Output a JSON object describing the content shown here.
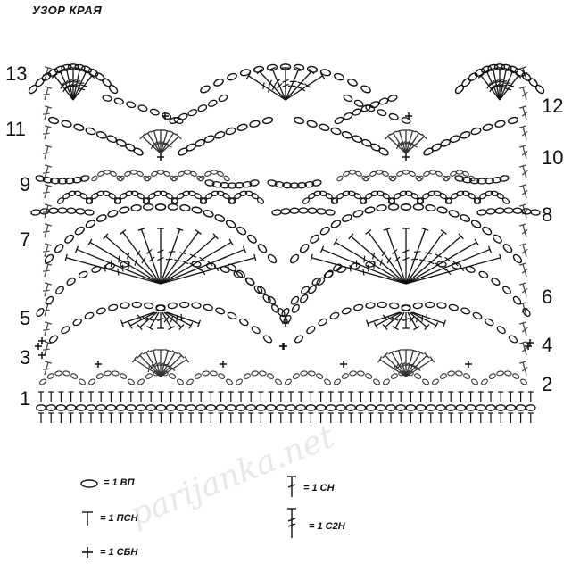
{
  "title": "УЗОР КРАЯ",
  "row_labels_left": [
    "13",
    "11",
    "9",
    "7",
    "5",
    "3",
    "1"
  ],
  "row_labels_right": [
    "12",
    "10",
    "8",
    "6",
    "4",
    "2"
  ],
  "legend": [
    {
      "symbol": "chain-icon",
      "text": "= 1 ВП"
    },
    {
      "symbol": "hdc-icon",
      "text": "= 1 ПСН"
    },
    {
      "symbol": "sc-icon",
      "text": "= 1 СБН"
    },
    {
      "symbol": "dc-icon",
      "text": "= 1 СН"
    },
    {
      "symbol": "tr-icon",
      "text": "= 1 С2Н"
    }
  ],
  "watermark": "parijanka.net"
}
